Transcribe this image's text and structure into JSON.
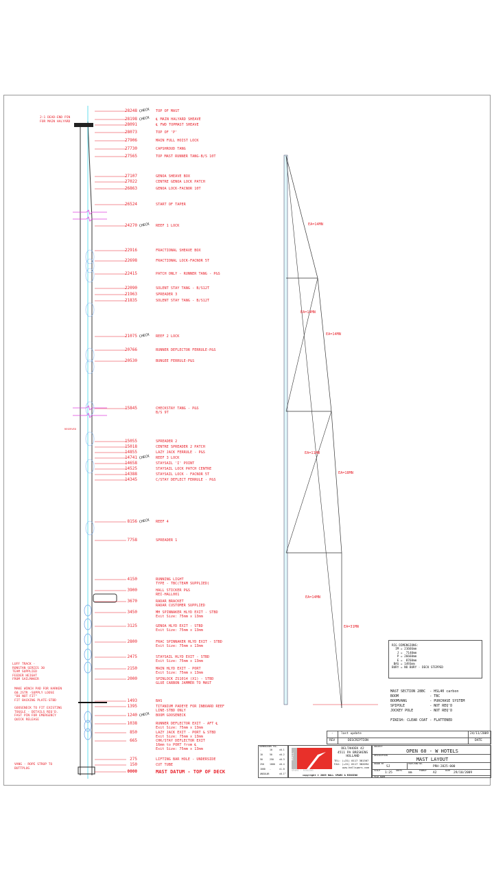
{
  "check_label": "CHECK",
  "annotations": [
    {
      "value": "28248",
      "text": "TOP OF MAST",
      "check": true
    },
    {
      "value": "28198",
      "text": "℄ MAIN HALYARD SHEAVE",
      "check": true
    },
    {
      "value": "28091",
      "text": "℄ FWD TOPMAST SHEAVE"
    },
    {
      "value": "28073",
      "text": "TOP OF 'P'"
    },
    {
      "value": "27906",
      "text": "MAIN FULL HOIST LOCK"
    },
    {
      "value": "27730",
      "text": "CAPSHROUD TANG"
    },
    {
      "value": "27565",
      "text": "TOP MAST RUNNER TANG-B/S 10T"
    },
    {
      "value": "27107",
      "text": "GENOA SHEAVE BOX"
    },
    {
      "value": "27022",
      "text": "CENTRE GENOA LOCK PATCH"
    },
    {
      "value": "26863",
      "text": "GENOA LOCK-FACNOR 10T"
    },
    {
      "value": "26524",
      "text": "START OF TAPER"
    },
    {
      "value": "24270",
      "text": "REEF 1 LOCK",
      "check": true
    },
    {
      "value": "22916",
      "text": "FRACTIONAL SHEAVE BOX"
    },
    {
      "value": "22698",
      "text": "FRACTIONAL LOCK-FACNOR 5T"
    },
    {
      "value": "22415",
      "text": "PATCH ONLY - RUNNER TANG - P&S"
    },
    {
      "value": "22090",
      "text": "SOLENT STAY TANG - B/S12T"
    },
    {
      "value": "21963",
      "text": "SPREADER 3"
    },
    {
      "value": "21835",
      "text": "SOLENT STAY TANG - B/S12T"
    },
    {
      "value": "21075",
      "text": "REEF 2 LOCK",
      "check": true
    },
    {
      "value": "20766",
      "text": "RUNNER DEFLECTOR FERRULE-P&S"
    },
    {
      "value": "20530",
      "text": "BUNGEE FERRULE-P&S"
    },
    {
      "value": "15845",
      "text": "CHECKSTAY TANG - P&S\nB/S 9T"
    },
    {
      "value": "15055",
      "text": "SPREADER 2"
    },
    {
      "value": "15018",
      "text": "CENTRE SPREADER 2 PATCH"
    },
    {
      "value": "14855",
      "text": "LAZY JACK FERRULE - P&S"
    },
    {
      "value": "14741",
      "text": "REEF 3 LOCK",
      "check": true
    },
    {
      "value": "14658",
      "text": "STAYSAIL 'I' POINT"
    },
    {
      "value": "14525",
      "text": "STAYSAIL LOCK PATCH CENTRE"
    },
    {
      "value": "14388",
      "text": "STAYSAIL LOCK - FACNOR 5T"
    },
    {
      "value": "14345",
      "text": "C/STAY DEFLECT FERRULE - P&S"
    },
    {
      "value": "8156",
      "text": "REEF 4",
      "check": true
    },
    {
      "value": "7758",
      "text": "SPREADER 1"
    },
    {
      "value": "4150",
      "text": "RUNNING LIGHT\nTYPE - TBC(TEAM SUPPLIED)"
    },
    {
      "value": "3900",
      "text": "HALL STICKER P&S\nREI-HALL001"
    },
    {
      "value": "3670",
      "text": "RADAR BRACKET\nRADAR CUSTOMER SUPPLIED"
    },
    {
      "value": "3450",
      "text": "MH SPINNAKER HLYD EXIT - STBD\nExit Size: 75mm x 13mm"
    },
    {
      "value": "3125",
      "text": "GENOA HLYD EXIT - STBD\nExit Size: 75mm x 13mm"
    },
    {
      "value": "2800",
      "text": "FRAC SPINNAKER HLYD EXIT - STBD\nExit Size: 75mm x 13mm"
    },
    {
      "value": "2475",
      "text": "STAYSAIL HLYD EXIT - STBD\nExit Size: 75mm x 13mm"
    },
    {
      "value": "2150",
      "text": "MAIN HLYD EXIT - PORT\nExit Size: 75mm x 13mm"
    },
    {
      "value": "2000",
      "text": "SPINLOCK ZS1014 (X1) - STBD\nGLUE CARBON JAMMER TO MAST"
    },
    {
      "value": "1493",
      "text": "BAS"
    },
    {
      "value": "1395",
      "text": "TITANIUM PADEYE FOR INBOARD REEF\nLINE-STBD ONLY"
    },
    {
      "value": "1240",
      "text": "BOOM GOOSENECK",
      "check": true
    },
    {
      "value": "1038",
      "text": "RUNNER DEFLECTOR EXIT - AFT ℄\nExit Size: 75mm x 13mm"
    },
    {
      "value": "850",
      "text": "LAZY JACK EXIT - PORT & STBD\nExit Size: 75mm x 13mm"
    },
    {
      "value": "665",
      "text": "CHK/STAY DEFLECTOR EXIT\n16mm to PORT from ℄\nExit Size: 75mm x 13mm"
    },
    {
      "value": "275",
      "text": "LIFTING BAR HOLE - UNDERSIDE"
    },
    {
      "value": "150",
      "text": "CUT TUBE"
    },
    {
      "value": "0000",
      "text": "MAST DATUM - TOP OF DECK",
      "datum": true
    }
  ],
  "notes": {
    "dead_end": "2:1 DEAD-END PIN\nFOR MAIN HALYARD",
    "luff_track": "LUFF TRACK -\nRONSTAN SERIES 30\nTEAM SUPPLIED\nFEEDER HEIGHT\nFROM SAILMAKER",
    "winch_pad": "MAKE WINCH PAD FOR HARKEN\n60.2STR -SUPPLY LOOSE\n\"DO NOT FIT\"\nFIT BACKING PLATE-STBD",
    "gooseneck": "GOOSENECK TO FIT EXISTING\nTOGGLE - DETAILS REQ'D.\nFAST PIN FOR EMERGENCY\nQUICK RELEASE",
    "vang": "VANG - ROPE STROP TO\nBUTTPLUG",
    "reserved": "RESERVED"
  },
  "ea_labels": [
    "EA=14MN",
    "EA=14MN",
    "EA=14MN",
    "EA=11MN",
    "EA=18MN",
    "EA=14MN",
    "EA=31MN"
  ],
  "rig_dimensions": "RIG DIMENSIONS:\n  IM = 21666mm\n   J =  7140mm\n   P = 26660mm\n   E =  8760mm\n BAS = 1493mm\nBURY = NO BURY - DECK STEPPED",
  "spec": "MAST SECTION 28BC  - HSL40 carbon\nBOOM               - TBC\nBOOMVANG           - PURCHASE SYSTEM\nSPIPOLE            - NOT REQ'D\nJOCKEY POLE        - NOT REQ'D\n\nFINISH: CLEAR COAT - FLATTENED",
  "revision": {
    "rev": "-",
    "description": "last update",
    "date": "24/11/2009",
    "rev_header": "REV",
    "desc_header": "DESCRIPTION",
    "date_header": "DATE"
  },
  "tolerance": {
    "headers": [
      "DIMENSIONS",
      "TOL."
    ],
    "rows": [
      [
        "-",
        "10",
        "±0.1"
      ],
      [
        "10",
        "50",
        "±0.2"
      ],
      [
        "50",
        "250",
        "±0.3"
      ],
      [
        "250",
        "1000",
        "±0.4"
      ],
      [
        "1000",
        "-",
        "±1.0"
      ],
      [
        "ANGULAR",
        "",
        "±0.1°"
      ]
    ]
  },
  "company": {
    "logo_text": "HALL",
    "logo_sub": "SPARS · RIGGING",
    "address": "DELTAHOEK 42\n4511 PA BRESKENS\nHOLLAND",
    "tel": "TEL: (+31) 0117 381307",
    "fax": "FAX: (+31) 0117 382094",
    "web": "www.hallspars.com",
    "copyright": "copyright © 2009 HALL SPARS & RIGGING"
  },
  "title_block": {
    "project_label": "PROJECT",
    "project": "OPEN 60 - W HOTELS",
    "description_label": "DESCRIPTION",
    "description": "MAST LAYOUT",
    "drawn_label": "DRAWN BY",
    "drawn": "SJ",
    "part_label": "PART/DRW NO.",
    "part": "PRH-2825-000",
    "scale_label": "SCALE",
    "scale": "1:25",
    "units_label": "UNITS",
    "units": "mm",
    "format_label": "FORMAT",
    "format": "A2",
    "date_label": "DATE",
    "date": "29/10/2009",
    "file_label": "FILE NAME"
  },
  "colors": {
    "annotation": "#e8202a",
    "break": "#e040e0",
    "centerline": "#00c8e0",
    "logo": "#e8302a"
  }
}
